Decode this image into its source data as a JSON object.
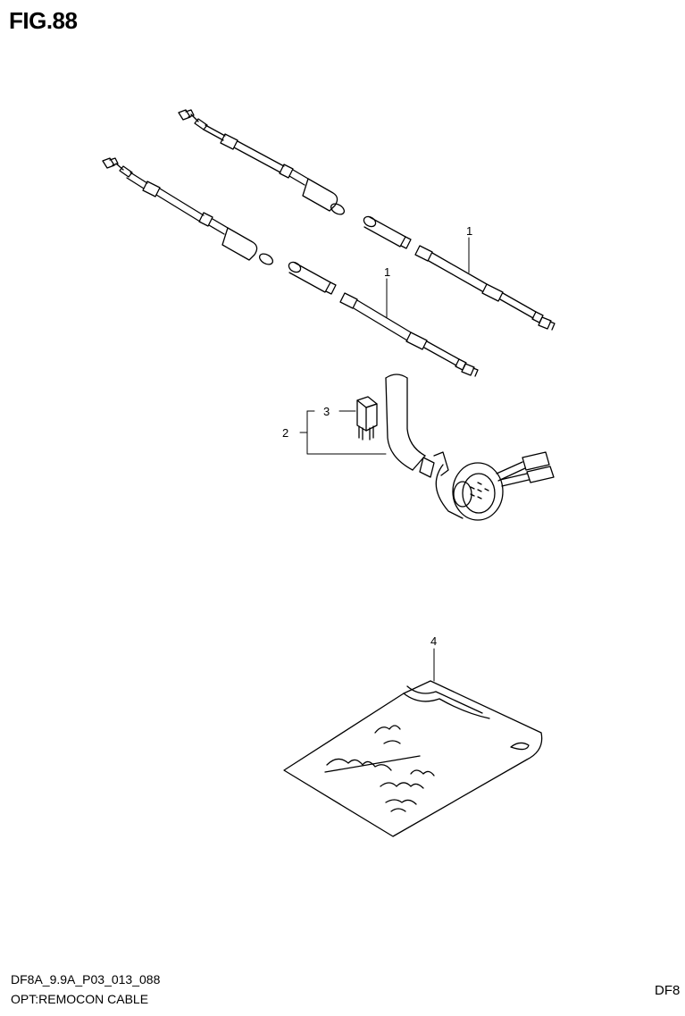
{
  "figure": {
    "title": "FIG.88"
  },
  "callouts": [
    {
      "id": "callout-1a",
      "label": "1"
    },
    {
      "id": "callout-1b",
      "label": "1"
    },
    {
      "id": "callout-2",
      "label": "2"
    },
    {
      "id": "callout-3",
      "label": "3"
    },
    {
      "id": "callout-4",
      "label": "4"
    }
  ],
  "footer": {
    "code": "DF8A_9.9A_P03_013_088",
    "description": "OPT:REMOCON CABLE",
    "right_text": "DF8"
  }
}
